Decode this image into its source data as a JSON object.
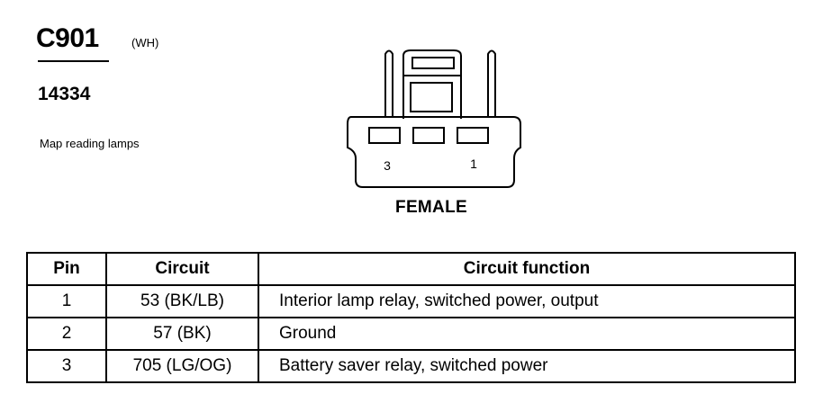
{
  "connector": {
    "id": "C901",
    "color": "(WH)",
    "part_number": "14334",
    "description": "Map reading lamps"
  },
  "diagram": {
    "view_label": "FEMALE",
    "pin_labels": {
      "left": "3",
      "right": "1"
    }
  },
  "table": {
    "headers": {
      "pin": "Pin",
      "circuit": "Circuit",
      "function": "Circuit function"
    },
    "rows": [
      {
        "pin": "1",
        "circuit": "53 (BK/LB)",
        "function": "Interior lamp relay, switched power, output"
      },
      {
        "pin": "2",
        "circuit": "57 (BK)",
        "function": "Ground"
      },
      {
        "pin": "3",
        "circuit": "705 (LG/OG)",
        "function": "Battery saver relay, switched power"
      }
    ]
  }
}
